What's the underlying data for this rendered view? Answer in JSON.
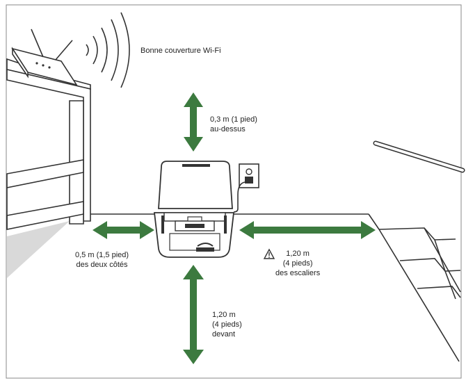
{
  "labels": {
    "wifi": "Bonne couverture Wi-Fi",
    "above_line1": "0,3 m (1 pied)",
    "above_line2": "au-dessus",
    "sides_line1": "0,5 m (1,5 pied)",
    "sides_line2": "des deux côtés",
    "stairs_line1": "1,20 m",
    "stairs_line2": "(4 pieds)",
    "stairs_line3": "des escaliers",
    "front_line1": "1,20 m",
    "front_line2": "(4 pieds)",
    "front_line3": "devant"
  },
  "icons": {
    "wifi": "wifi-waves-icon",
    "warning": "warning-triangle-icon",
    "outlet": "power-outlet-icon"
  },
  "colors": {
    "arrow": "#3c7a3f",
    "line": "#333333",
    "shade": "#d9d9d9"
  }
}
